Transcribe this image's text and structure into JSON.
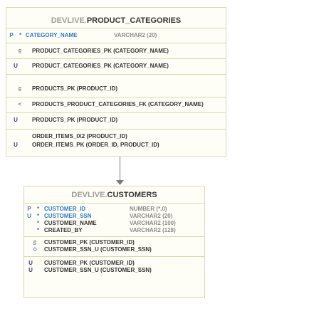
{
  "product_categories": {
    "schema": "DEVLIVE.",
    "table": "PRODUCT_CATEGORIES",
    "columns": [
      {
        "flag": "P",
        "star": "*",
        "name": "CATEGORY_NAME",
        "type": "VARCHAR2 (20)"
      }
    ],
    "pk_indexes": [
      {
        "flag": "🔑",
        "text": "PRODUCT_CATEGORIES_PK (CATEGORY_NAME)"
      },
      {
        "flag": "U",
        "text": "PRODUCT_CATEGORIES_PK (CATEGORY_NAME)"
      }
    ],
    "ref_indexes": [
      {
        "flag": "🔑",
        "text": "PRODUCTS_PK (PRODUCT_ID)"
      },
      {
        "flag": "<",
        "text": "PRODUCTS_PRODUCT_CATEGORIES_FK (CATEGORY_NAME)"
      },
      {
        "flag": "U",
        "text": "PRODUCTS_PK (PRODUCT_ID)"
      }
    ],
    "order_indexes": [
      {
        "flag": "",
        "text": "ORDER_ITEMS_IX2 (PRODUCT_ID)"
      },
      {
        "flag": "U",
        "text": "ORDER_ITEMS_PK (ORDER_ID, PRODUCT_ID)"
      }
    ]
  },
  "customers": {
    "schema": "DEVLIVE.",
    "table": "CUSTOMERS",
    "columns": [
      {
        "flag": "P",
        "star": "*",
        "name": "CUSTOMER_ID",
        "type": "NUMBER (*,0)",
        "key": true
      },
      {
        "flag": "U",
        "star": "*",
        "name": "CUSTOMER_SSN",
        "type": "VARCHAR2 (20)",
        "key": true
      },
      {
        "flag": "",
        "star": "*",
        "name": "CUSTOMER_NAME",
        "type": "VARCHAR2 (100)",
        "key": false
      },
      {
        "flag": "",
        "star": "*",
        "name": "CREATED_BY",
        "type": "VARCHAR2 (128)",
        "key": false
      }
    ],
    "constraints": [
      {
        "flag": "🔑",
        "text": "CUSTOMER_PK (CUSTOMER_ID)"
      },
      {
        "flag": "◇",
        "text": "CUSTOMER_SSN_U (CUSTOMER_SSN)"
      }
    ],
    "indexes": [
      {
        "flag": "U",
        "text": "CUSTOMER_PK (CUSTOMER_ID)"
      },
      {
        "flag": "U",
        "text": "CUSTOMER_SSN_U (CUSTOMER_SSN)"
      }
    ]
  },
  "colors": {
    "column_blue": "#2d78c8",
    "box_fill": "#fffef6",
    "box_border": "#dcd6b4"
  }
}
